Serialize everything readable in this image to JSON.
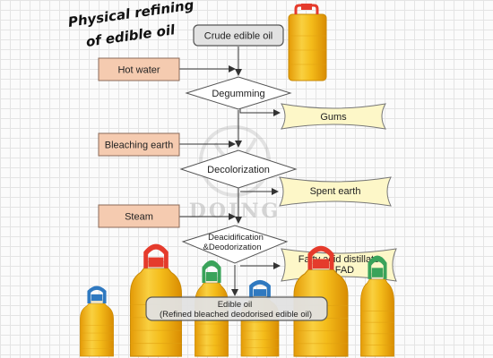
{
  "title": {
    "line1": "Physical refining",
    "line2": "of edible oil"
  },
  "watermark": "DOING",
  "nodes": {
    "crude_oil": "Crude edible oil",
    "degumming": "Degumming",
    "decolorization": "Decolorization",
    "deacidification_line1": "Deacidification",
    "deacidification_line2": "&Deodorization",
    "edible_oil_line1": "Edible oil",
    "edible_oil_line2": "(Refined bleached deodorised edible oil)"
  },
  "inputs": {
    "hot_water": "Hot water",
    "bleaching_earth": "Bleaching earth",
    "steam": "Steam"
  },
  "outputs": {
    "gums": "Gums",
    "spent_earth": "Spent earth",
    "fad_line1": "Fatty acid distillate",
    "fad_line2": "or FAD"
  },
  "colors": {
    "input_box": "#f5cbb0",
    "process_box": "#e2e2e2",
    "output_box": "#fdf7c8",
    "oil": "#f2b91a",
    "cap_red": "#e53b2c",
    "cap_green": "#3aa35a",
    "cap_blue": "#2f79c0"
  }
}
